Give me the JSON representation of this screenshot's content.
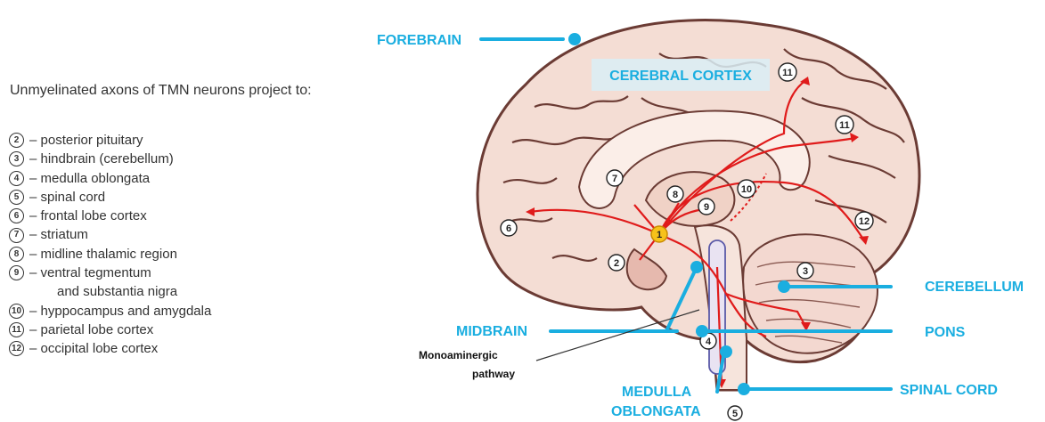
{
  "header_fragment": "",
  "intro": "Unmyelinated  axons of TMN neurons project to:",
  "legend": [
    {
      "num": "2",
      "text": "posterior pituitary"
    },
    {
      "num": "3",
      "text": "hindbrain (cerebellum)"
    },
    {
      "num": "4",
      "text": "medulla oblongata"
    },
    {
      "num": "5",
      "text": "spinal cord"
    },
    {
      "num": "6",
      "text": "frontal lobe cortex"
    },
    {
      "num": "7",
      "text": "striatum"
    },
    {
      "num": "8",
      "text": "midline thalamic region"
    },
    {
      "num": "9",
      "text": "ventral tegmentum"
    },
    {
      "num": "",
      "text": "and substantia nigra"
    },
    {
      "num": "10",
      "text": "hyppocampus and amygdala"
    },
    {
      "num": "11",
      "text": "parietal lobe cortex"
    },
    {
      "num": "12",
      "text": "occipital lobe cortex"
    }
  ],
  "labels": {
    "forebrain": "FOREBRAIN",
    "cerebral_cortex": "CEREBRAL CORTEX",
    "midbrain": "MIDBRAIN",
    "cerebellum": "CEREBELLUM",
    "pons": "PONS",
    "medulla_line1": "MEDULLA",
    "medulla_line2": "OBLONGATA",
    "spinal_cord": "SPINAL CORD",
    "monoaminergic_line1": "Monoaminergic",
    "monoaminergic_line2": "pathway"
  },
  "markers": {
    "origin": "1",
    "m2": "2",
    "m3": "3",
    "m4": "4",
    "m5": "5",
    "m6": "6",
    "m7": "7",
    "m8": "8",
    "m9": "9",
    "m10": "10",
    "m11a": "11",
    "m11b": "11",
    "m12": "12"
  },
  "colors": {
    "accent_blue": "#1aaee0",
    "pathway_red": "#e01b1b",
    "brain_fill": "#f4ddd4",
    "brain_outline": "#6b3b34",
    "origin_marker": "#f7c21a"
  }
}
